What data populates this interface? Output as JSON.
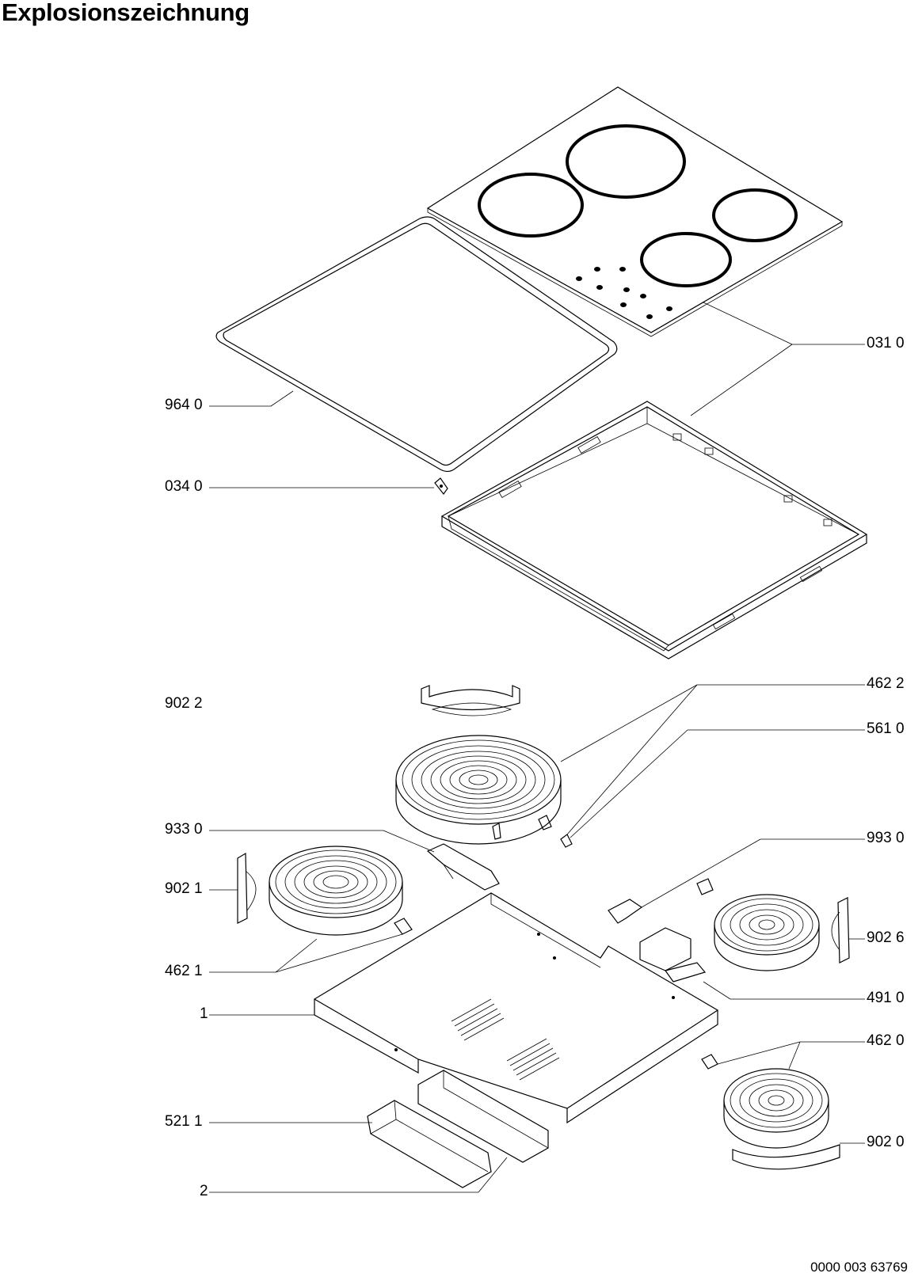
{
  "title": "Explosionszeichnung",
  "document_number": "0000 003 63769",
  "callouts": {
    "c031_0": "031 0",
    "c964_0": "964 0",
    "c034_0": "034 0",
    "c902_2": "902 2",
    "c462_2": "462 2",
    "c561_0": "561 0",
    "c933_0": "933 0",
    "c993_0": "993 0",
    "c902_1": "902 1",
    "c902_6": "902 6",
    "c462_1": "462 1",
    "c491_0": "491 0",
    "c1": "1",
    "c462_0": "462 0",
    "c521_1": "521 1",
    "c902_0": "902 0",
    "c2": "2"
  }
}
